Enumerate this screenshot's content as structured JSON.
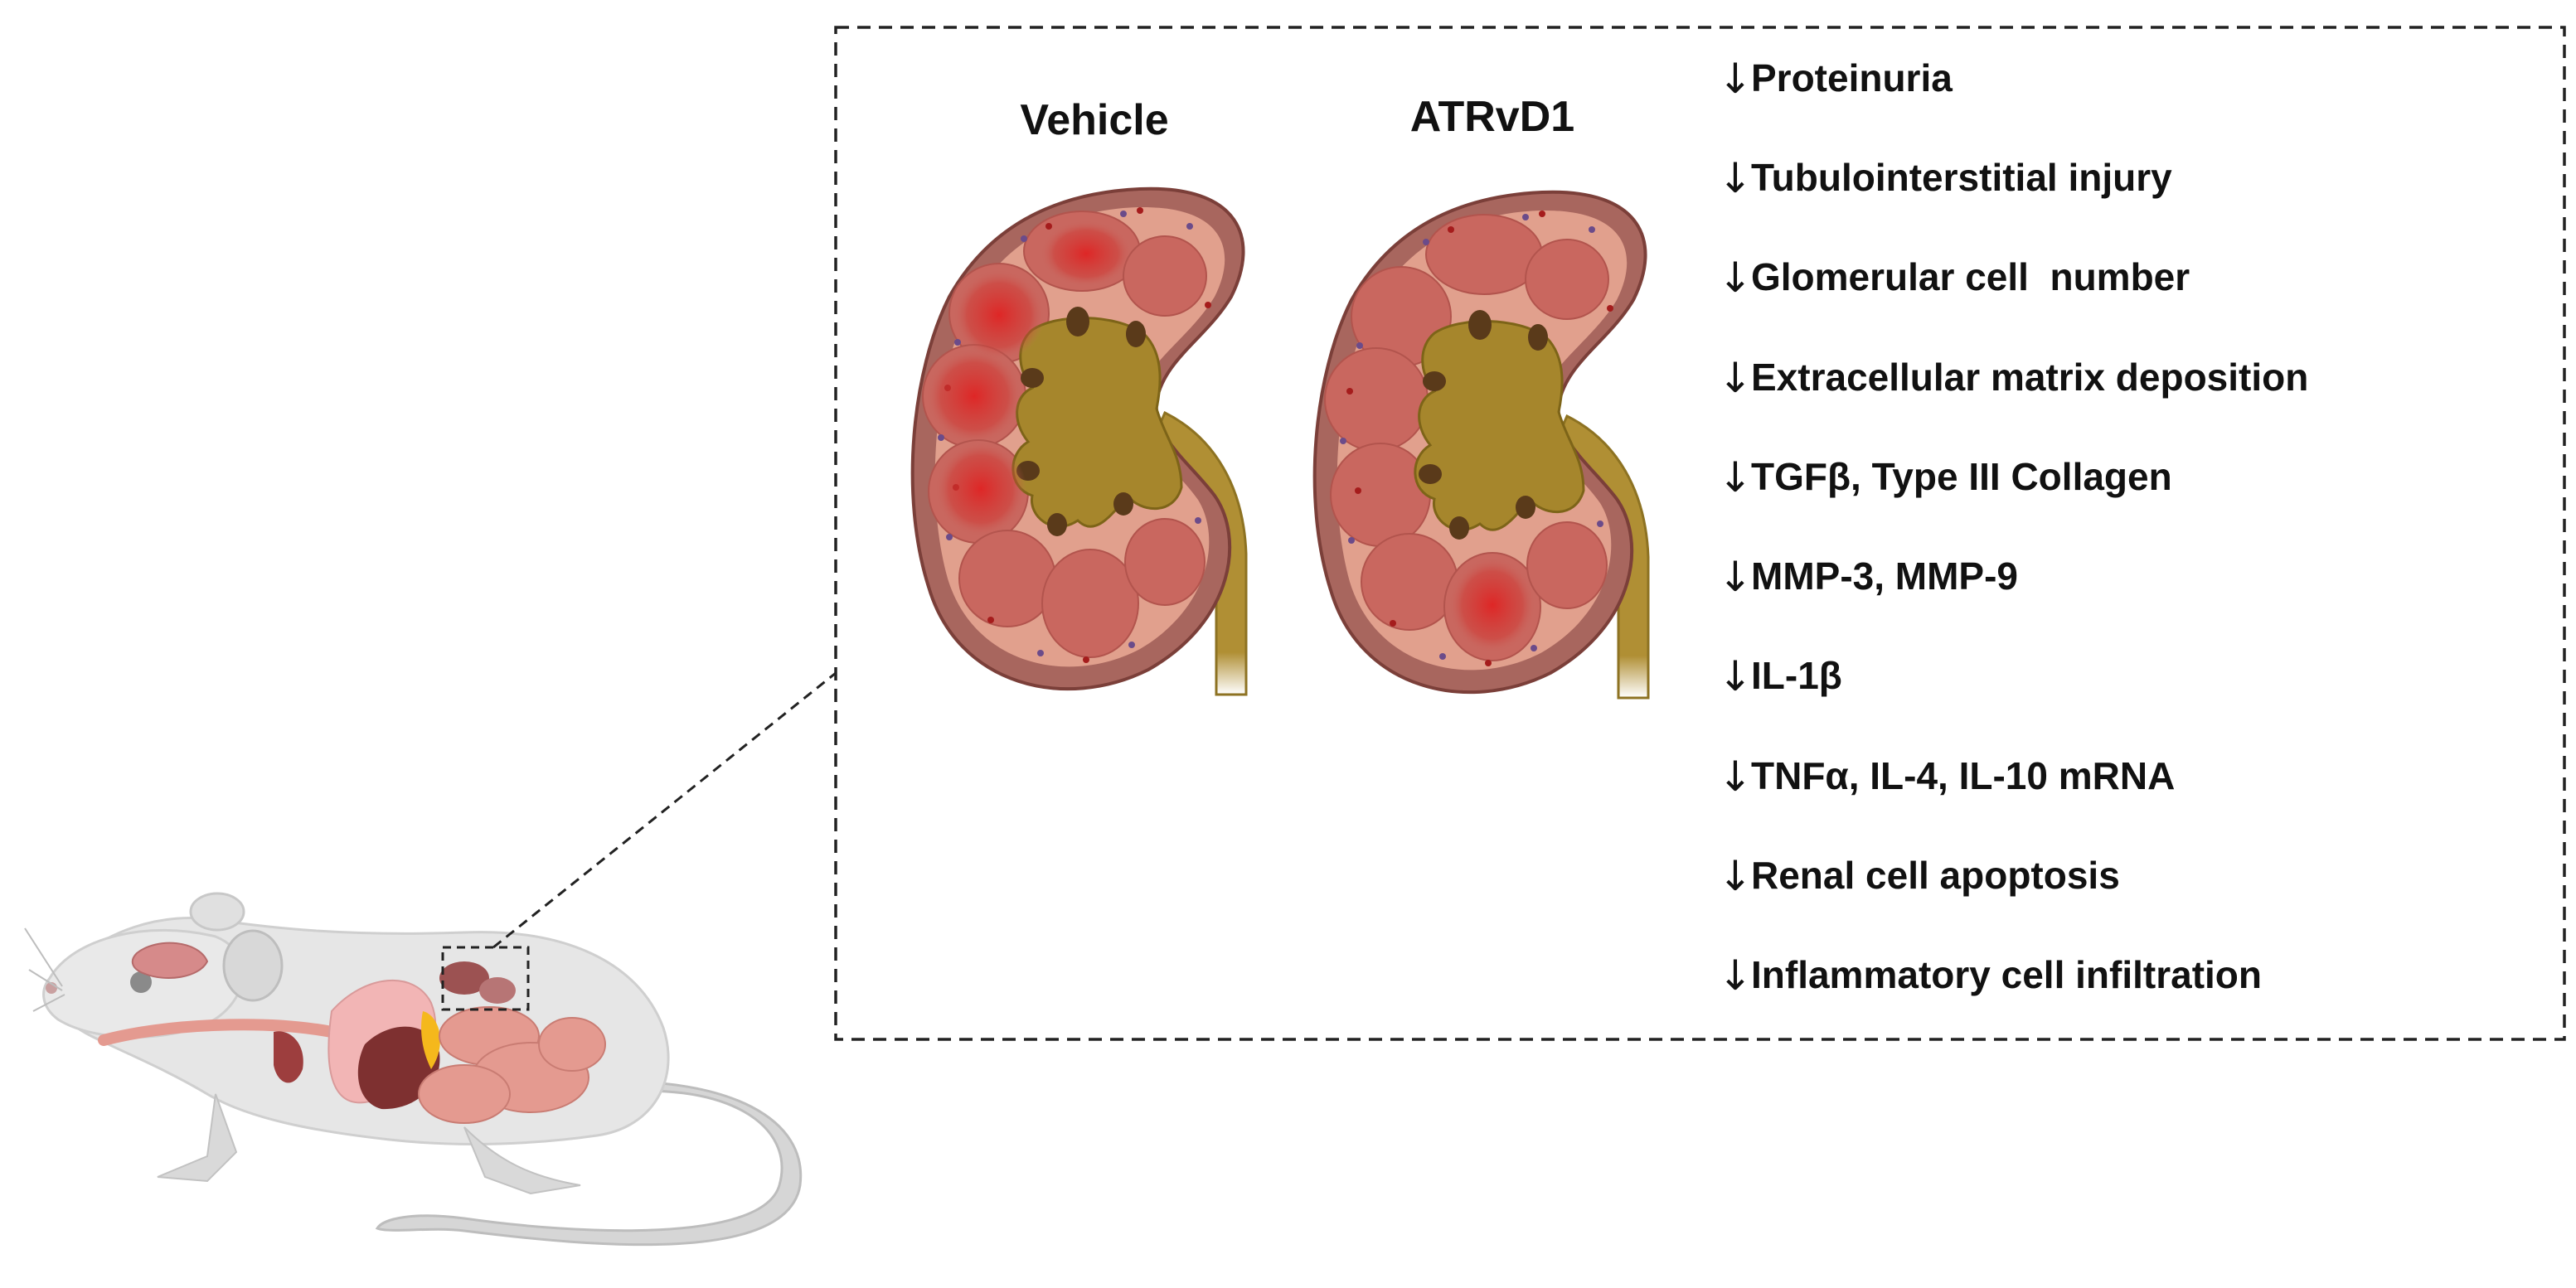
{
  "kidney_labels": {
    "vehicle": "Vehicle",
    "treated": "ATRvD1"
  },
  "arrow_glyph": "↓",
  "findings": [
    "Proteinuria",
    "Tubulointerstitial injury",
    "Glomerular cell  number",
    "Extracellular matrix deposition",
    "TGFβ, Type III Collagen",
    "MMP-3, MMP-9",
    "IL-1β",
    "TNFα, IL-4, IL-10 mRNA",
    "Renal cell apoptosis",
    "Inflammatory cell infiltration"
  ],
  "colors": {
    "kidney_outer": "#a8665e",
    "kidney_cortex": "#e1a08d",
    "pyramid": "#c9675f",
    "inflamed": "#d92a2a",
    "pelvis": "#a6862c",
    "mouse_body": "#e6e6e6",
    "intestine": "#e49a90",
    "liver": "#8c3a3a"
  }
}
